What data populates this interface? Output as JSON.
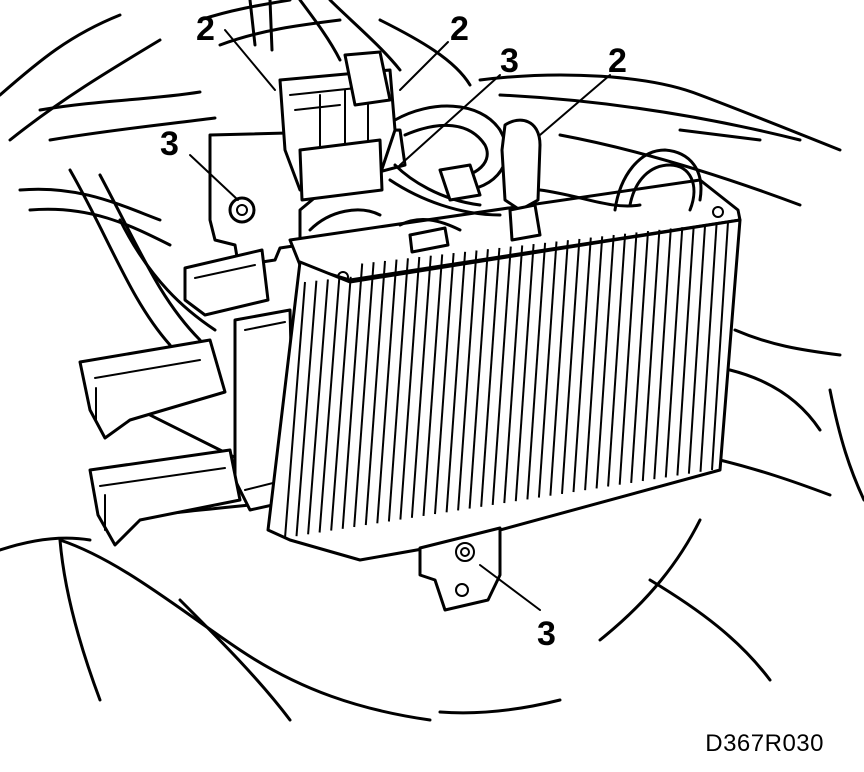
{
  "callouts": [
    {
      "id": "c1",
      "label": "2"
    },
    {
      "id": "c2",
      "label": "2"
    },
    {
      "id": "c3",
      "label": "3"
    },
    {
      "id": "c4",
      "label": "2"
    },
    {
      "id": "c5",
      "label": "3"
    },
    {
      "id": "c6",
      "label": "3"
    }
  ],
  "figure_code": "D367R030"
}
